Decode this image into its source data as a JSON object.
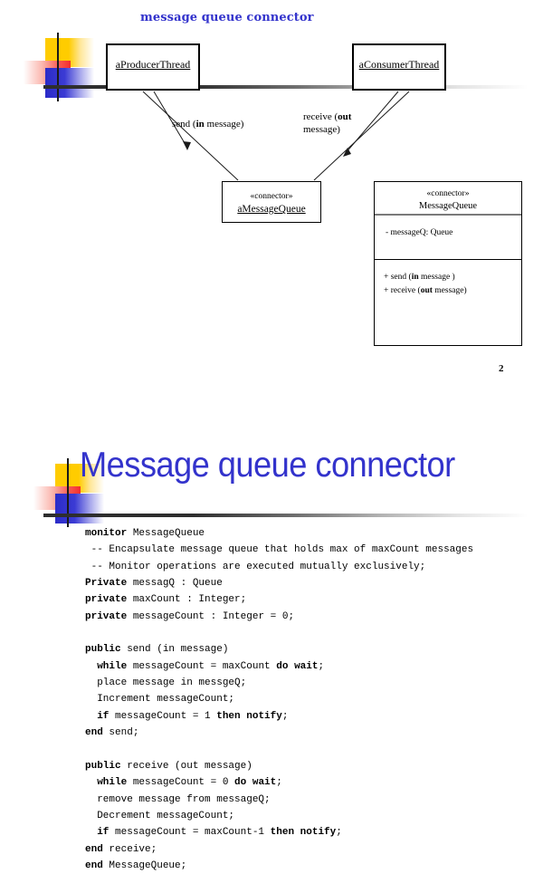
{
  "colors": {
    "title_blue": "#3333CC",
    "logo_yellow": "#FFCC00",
    "logo_red": "#F52D2D",
    "logo_blue": "#2B2BC8",
    "line_dark": "#2e2e2e"
  },
  "slide1": {
    "title": "message queue connector",
    "page_number": "2",
    "objects": [
      {
        "name": "aProducerThread"
      },
      {
        "name": "aConsumerThread"
      }
    ],
    "connector_instance": {
      "stereotype": "«connector»",
      "name": "aMessageQueue"
    },
    "arrow_labels": [
      {
        "pre": "send (",
        "bold": "in",
        "post": " message)"
      },
      {
        "pre": "receive (",
        "bold": "out",
        "post": ""
      },
      {
        "pre": "message)",
        "bold": "",
        "post": ""
      }
    ],
    "class_box": {
      "stereotype": "«connector»",
      "name": "MessageQueue",
      "attributes": [
        "- messageQ: Queue"
      ],
      "operations": [
        {
          "pre": "+ send (",
          "bold": "in",
          "post": " message )"
        },
        {
          "pre": "+ receive  (",
          "bold": "out",
          "post": " message)"
        }
      ]
    }
  },
  "slide2": {
    "title": "Message queue connector",
    "code_lines": [
      {
        "bold": "monitor",
        "rest": " MessageQueue"
      },
      {
        "bold": "",
        "rest": " -- Encapsulate message queue that holds max of maxCount messages"
      },
      {
        "bold": "",
        "rest": " -- Monitor operations are executed mutually exclusively;"
      },
      {
        "bold": "Private",
        "rest": " messagQ : Queue"
      },
      {
        "bold": "private",
        "rest": " maxCount : Integer;"
      },
      {
        "bold": "private",
        "rest": " messageCount : Integer = 0;"
      },
      {
        "bold": "",
        "rest": ""
      },
      {
        "bold": "public",
        "rest": " send (in message)"
      },
      {
        "bold": "",
        "rest": "",
        "raw": "  <b>while</b> messageCount = maxCount <b>do</b> <b>wait</b>;"
      },
      {
        "bold": "",
        "rest": "  place message in messgeQ;"
      },
      {
        "bold": "",
        "rest": "  Increment messageCount;"
      },
      {
        "bold": "",
        "rest": "",
        "raw": "  <b>if</b> messageCount = 1 <b>then</b> <b>notify</b>;"
      },
      {
        "bold": "end",
        "rest": " send;"
      },
      {
        "bold": "",
        "rest": ""
      },
      {
        "bold": "public",
        "rest": " receive (out message)"
      },
      {
        "bold": "",
        "rest": "",
        "raw": "  <b>while</b> messageCount = 0 <b>do</b> <b>wait</b>;"
      },
      {
        "bold": "",
        "rest": "  remove message from messageQ;"
      },
      {
        "bold": "",
        "rest": "  Decrement messageCount;"
      },
      {
        "bold": "",
        "rest": "",
        "raw": "  <b>if</b> messageCount = maxCount-1 <b>then</b> <b>notify</b>;"
      },
      {
        "bold": "end",
        "rest": " receive;"
      },
      {
        "bold": "end",
        "rest": " MessageQueue;"
      }
    ]
  }
}
